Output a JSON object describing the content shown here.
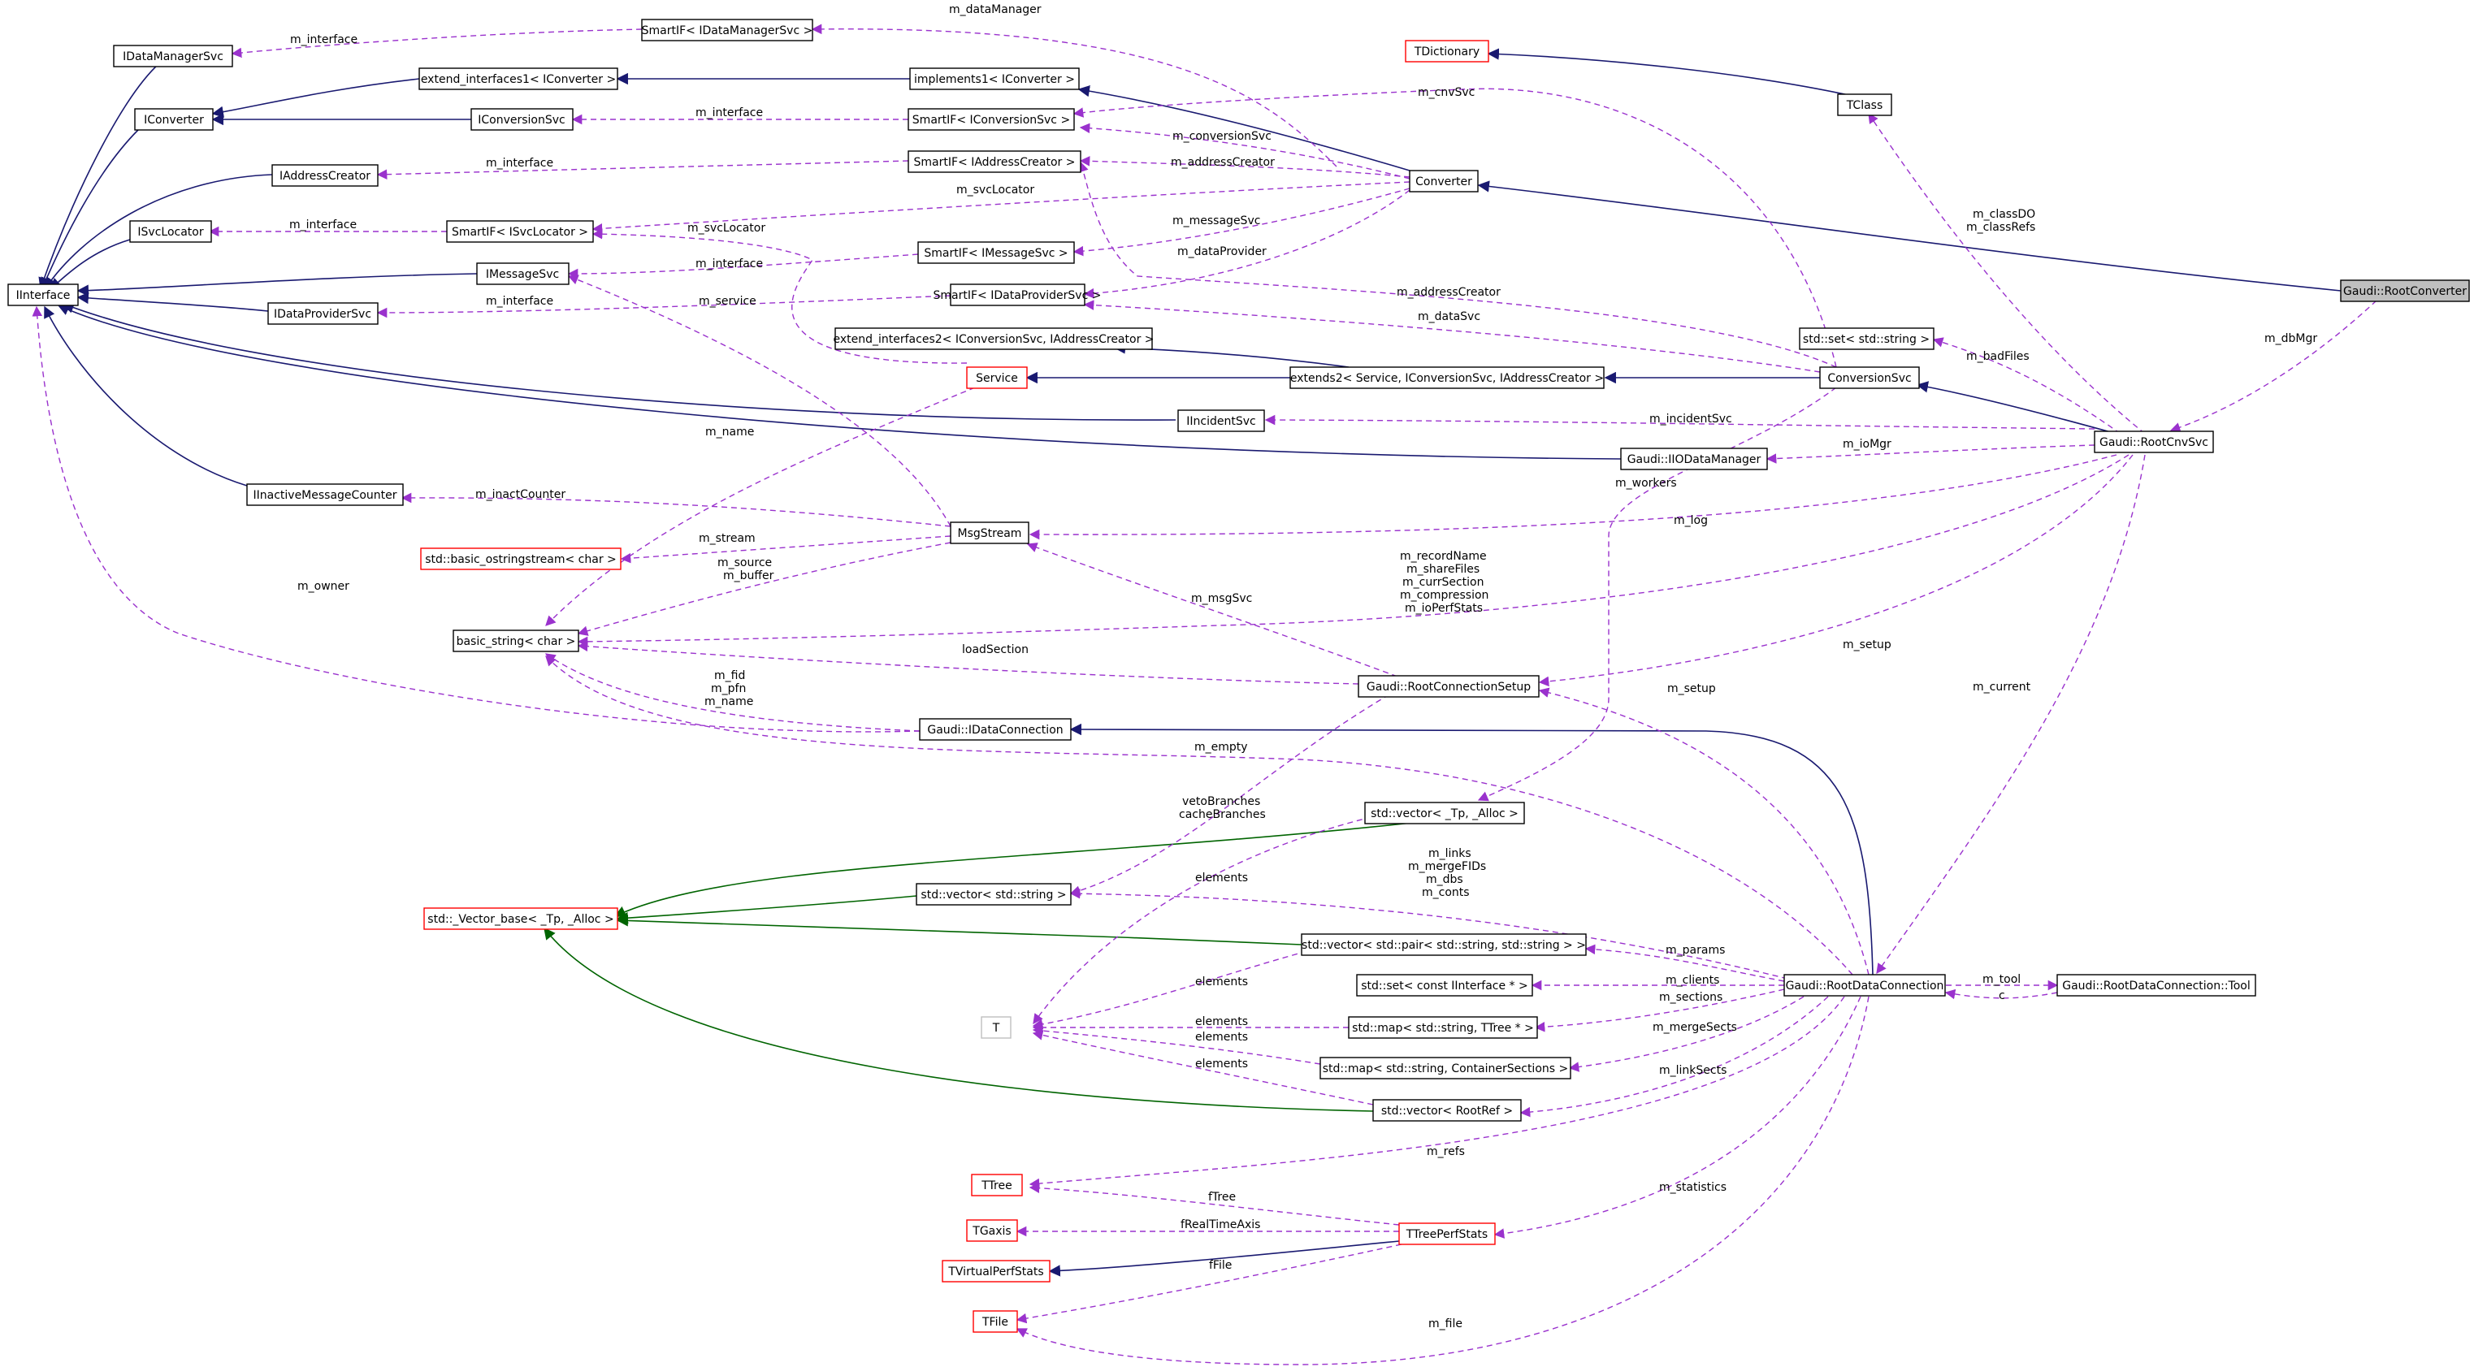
{
  "colors": {
    "inheritance": "#191970",
    "template_inheritance": "#006400",
    "usage": "#9a32cd",
    "node_border": "#000000",
    "undocumented_border": "#ff0000",
    "external_border": "#bfbfbf",
    "selected_fill": "#bfbfbf"
  },
  "nodes": {
    "IDataManagerSvc": "IDataManagerSvc",
    "IConverter": "IConverter",
    "IAddressCreator": "IAddressCreator",
    "ISvcLocator": "ISvcLocator",
    "IInterface": "IInterface",
    "IMessageSvc": "IMessageSvc",
    "IDataProviderSvc": "IDataProviderSvc",
    "IInactiveMessageCounter": "IInactiveMessageCounter",
    "basic_ostringstream": "std::basic_ostringstream< char >",
    "basic_string": "basic_string< char >",
    "Vector_base": "std::_Vector_base< _Tp, _Alloc >",
    "T": "T",
    "TTree": "TTree",
    "TGaxis": "TGaxis",
    "TVirtualPerfStats": "TVirtualPerfStats",
    "TFile": "TFile",
    "SmartIF_IDataManagerSvc": "SmartIF< IDataManagerSvc >",
    "extend_interfaces1": "extend_interfaces1< IConverter >",
    "IConversionSvc": "IConversionSvc",
    "SmartIF_ISvcLocator": "SmartIF< ISvcLocator >",
    "implements1": "implements1< IConverter >",
    "SmartIF_IConversionSvc": "SmartIF< IConversionSvc >",
    "SmartIF_IAddressCreator": "SmartIF< IAddressCreator >",
    "SmartIF_IMessageSvc": "SmartIF< IMessageSvc >",
    "SmartIF_IDataProviderSvc": "SmartIF< IDataProviderSvc >",
    "extend_interfaces2": "extend_interfaces2< IConversionSvc, IAddressCreator >",
    "Service": "Service",
    "MsgStream": "MsgStream",
    "IDataConnection": "Gaudi::IDataConnection",
    "vector_string": "std::vector< std::string >",
    "TDictionary": "TDictionary",
    "Converter": "Converter",
    "IIncidentSvc": "IIncidentSvc",
    "extends2": "extends2< Service, IConversionSvc, IAddressCreator >",
    "IIODataManager": "Gaudi::IIODataManager",
    "RootConnectionSetup": "Gaudi::RootConnectionSetup",
    "vector_Tp": "std::vector< _Tp, _Alloc >",
    "vector_pair": "std::vector< std::pair< std::string, std::string > >",
    "set_IInterface": "std::set< const IInterface * >",
    "map_TTree": "std::map< std::string, TTree * >",
    "map_ContainerSections": "std::map< std::string, ContainerSections >",
    "vector_RootRef": "std::vector< RootRef >",
    "TTreePerfStats": "TTreePerfStats",
    "TClass": "TClass",
    "ConversionSvc": "ConversionSvc",
    "set_string": "std::set< std::string >",
    "RootCnvSvc": "Gaudi::RootCnvSvc",
    "RootDataConnection": "Gaudi::RootDataConnection",
    "RootDataConnection_Tool": "Gaudi::RootDataConnection::Tool",
    "RootConverter": "Gaudi::RootConverter"
  },
  "edge_labels": {
    "m_dataManager": "m_dataManager",
    "m_interface_1": "m_interface",
    "m_interface_2": "m_interface",
    "m_interface_3": "m_interface",
    "m_interface_4": "m_interface",
    "m_interface_5": "m_interface",
    "m_interface_6": "m_interface",
    "m_cnvSvc": "m_cnvSvc",
    "m_conversionSvc": "m_conversionSvc",
    "m_addressCreator_1": "m_addressCreator",
    "m_svcLocator_1": "m_svcLocator",
    "m_svcLocator_2": "m_svcLocator",
    "m_messageSvc": "m_messageSvc",
    "m_dataProvider": "m_dataProvider",
    "m_service": "m_service",
    "m_addressCreator_2": "m_addressCreator",
    "m_dataSvc": "m_dataSvc",
    "m_classDO": "m_classDO",
    "m_classRefs": "m_classRefs",
    "m_dbMgr": "m_dbMgr",
    "m_badFiles": "m_badFiles",
    "m_name_1": "m_name",
    "m_incidentSvc": "m_incidentSvc",
    "m_ioMgr": "m_ioMgr",
    "m_workers": "m_workers",
    "m_inactCounter": "m_inactCounter",
    "m_log": "m_log",
    "m_stream": "m_stream",
    "m_source": "m_source",
    "m_buffer": "m_buffer",
    "m_owner": "m_owner",
    "m_recordName": "m_recordName",
    "m_shareFiles": "m_shareFiles",
    "m_currSection": "m_currSection",
    "m_compression": "m_compression",
    "m_ioPerfStats": "m_ioPerfStats",
    "m_msgSvc": "m_msgSvc",
    "m_setup_1": "m_setup",
    "loadSection": "loadSection",
    "m_fid": "m_fid",
    "m_pfn": "m_pfn",
    "m_name_2": "m_name",
    "m_setup_2": "m_setup",
    "m_current": "m_current",
    "m_empty": "m_empty",
    "vetoBranches": "vetoBranches",
    "cacheBranches": "cacheBranches",
    "m_links": "m_links",
    "m_mergeFIDs": "m_mergeFIDs",
    "m_dbs": "m_dbs",
    "m_conts": "m_conts",
    "elements_1": "elements",
    "elements_2": "elements",
    "elements_3": "elements",
    "elements_4": "elements",
    "elements_5": "elements",
    "m_params": "m_params",
    "m_clients": "m_clients",
    "m_sections": "m_sections",
    "m_tool": "m_tool",
    "c": "c",
    "m_mergeSects": "m_mergeSects",
    "m_linkSects": "m_linkSects",
    "m_refs": "m_refs",
    "m_statistics": "m_statistics",
    "fTree": "fTree",
    "fRealTimeAxis": "fRealTimeAxis",
    "fFile": "fFile",
    "m_file": "m_file"
  }
}
